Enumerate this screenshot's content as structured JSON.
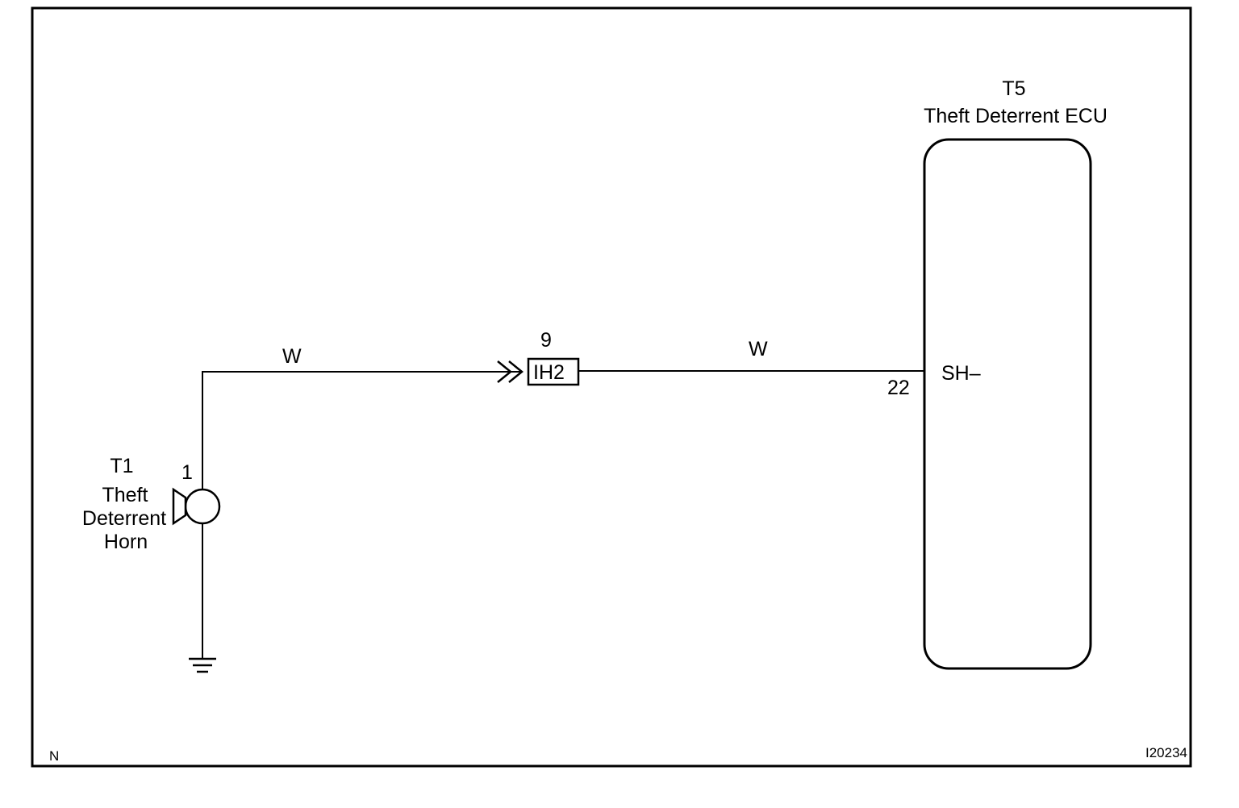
{
  "ecu": {
    "code": "T5",
    "name": "Theft Deterrent ECU",
    "terminal_label": "SH–",
    "pin": "22"
  },
  "horn": {
    "code": "T1",
    "name_line1": "Theft",
    "name_line2": "Deterrent",
    "name_line3": "Horn",
    "pin": "1"
  },
  "connector": {
    "id": "IH2",
    "pin": "9"
  },
  "wires": {
    "left_color": "W",
    "right_color": "W"
  },
  "footer": {
    "left_code": "N",
    "figure_id": "I20234"
  }
}
